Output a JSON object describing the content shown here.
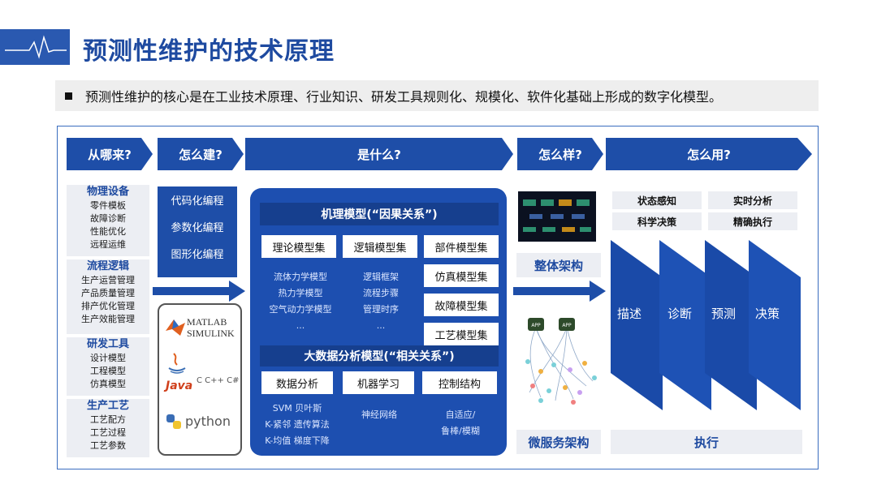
{
  "title": "预测性维护的技术原理",
  "bullet": "预测性维护的核心是在工业技术原理、行业知识、研发工具规则化、规模化、软件化基础上形成的数字化模型。",
  "chevrons": [
    "从哪来?",
    "怎么建?",
    "是什么?",
    "怎么样?",
    "怎么用?"
  ],
  "sources": [
    {
      "heading": "物理设备",
      "items": [
        "零件模板",
        "故障诊断",
        "性能优化",
        "远程运维"
      ]
    },
    {
      "heading": "流程逻辑",
      "items": [
        "生产运营管理",
        "产品质量管理",
        "排产优化管理",
        "生产效能管理"
      ]
    },
    {
      "heading": "研发工具",
      "items": [
        "设计模型",
        "工程模型",
        "仿真模型"
      ]
    },
    {
      "heading": "生产工艺",
      "items": [
        "工艺配方",
        "工艺过程",
        "工艺参数"
      ]
    }
  ],
  "build": [
    "代码化编程",
    "参数化编程",
    "图形化编程"
  ],
  "tools": {
    "matlab": "MATLAB",
    "simulink": "SIMULINK",
    "java": "Java",
    "c": "C C++ C#",
    "python": "python"
  },
  "mech": {
    "title": "机理模型(“因果关系”)",
    "boxes": [
      "理论模型集",
      "逻辑模型集",
      "部件模型集",
      "仿真模型集",
      "故障模型集",
      "工艺模型集"
    ],
    "col1": [
      "流体力学模型",
      "热力学模型",
      "空气动力学模型",
      "..."
    ],
    "col2": [
      "逻辑框架",
      "流程步骤",
      "管理时序",
      "..."
    ]
  },
  "bigdata": {
    "title": "大数据分析模型(“相关关系”)",
    "boxes": [
      "数据分析",
      "机器学习",
      "控制结构"
    ],
    "col1": [
      "SVM 贝叶斯",
      "K-紧邻 遗传算法",
      "K-均值 梯度下降"
    ],
    "col2": [
      "神经网络"
    ],
    "col3": [
      "自适应/",
      "鲁棒/模糊"
    ]
  },
  "how": {
    "arch": "整体架构",
    "micro": "微服务架构",
    "app_label": "APP"
  },
  "use": {
    "tags": [
      "状态感知",
      "实时分析",
      "科学决策",
      "精确执行"
    ],
    "steps": [
      "描述",
      "诊断",
      "预测",
      "决策"
    ],
    "execute": "执行"
  },
  "colors": {
    "brand": "#1e4aa0",
    "panel": "#1d4fb0",
    "chevron": "#1e4ea8",
    "grey": "#eceef3"
  }
}
